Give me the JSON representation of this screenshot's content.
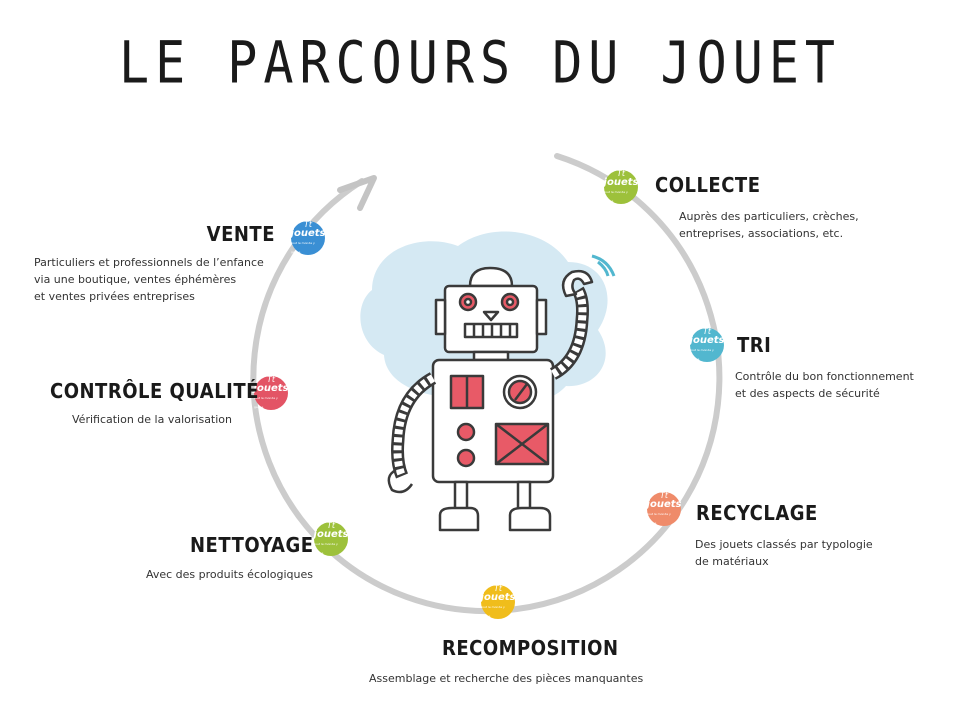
{
  "title": "LE PARCOURS DU JOUET",
  "badge": {
    "line1": "Tt",
    "line2": "jouets",
    "line3": "tout le monde y gagne"
  },
  "colors": {
    "green": "#9dc13b",
    "blue": "#3a8fd4",
    "pink": "#e35465",
    "teal": "#52b7cf",
    "salmon": "#ef8b6a",
    "yellow": "#f0bd1b",
    "ring": "#cccccc",
    "robot_red": "#e85a67",
    "cloud": "#d5e9f3"
  },
  "steps": {
    "collecte": {
      "title": "COLLECTE",
      "desc": [
        "Auprès des particuliers,  crèches,",
        "entreprises, associations,  etc."
      ]
    },
    "tri": {
      "title": "TRI",
      "desc": [
        "Contrôle  du bon fonctionnement",
        "et des aspects  de sécurité"
      ]
    },
    "recyclage": {
      "title": "RECYCLAGE",
      "desc": [
        "Des jouets classés  par typologie",
        "de matériaux"
      ]
    },
    "recomposition": {
      "title": "RECOMPOSITION",
      "desc": [
        "Assemblage  et recherche des pièces manquantes"
      ]
    },
    "nettoyage": {
      "title": "NETTOYAGE",
      "desc": [
        "Avec des produits écologiques"
      ]
    },
    "controle": {
      "title": "CONTRÔLE QUALITÉ",
      "desc": [
        "Vérification de la valorisation"
      ]
    },
    "vente": {
      "title": "VENTE",
      "desc": [
        "Particuliers  et professionnels   de l’enfance",
        "via une boutique,  ventes éphémères",
        "et ventes privées entreprises"
      ]
    }
  }
}
